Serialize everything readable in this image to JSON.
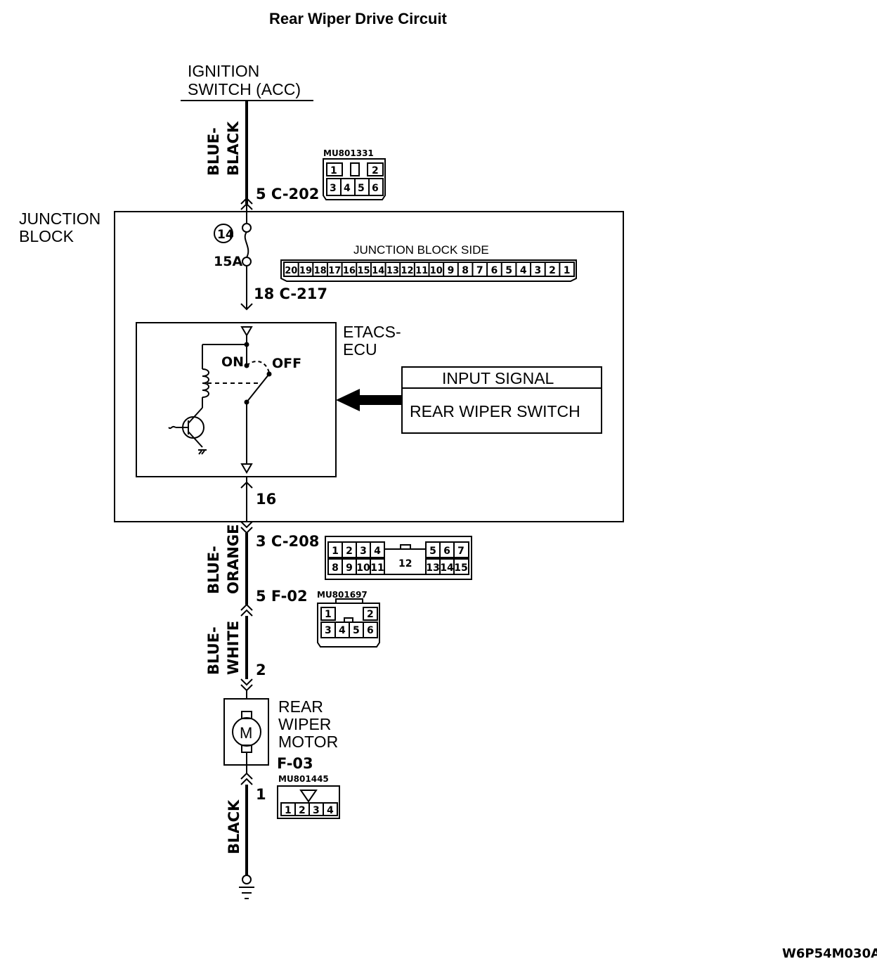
{
  "title": "Rear Wiper Drive Circuit",
  "ignition_switch": {
    "line1": "IGNITION",
    "line2": "SWITCH (ACC)"
  },
  "wires": {
    "w1_line1": "BLUE-",
    "w1_line2": "BLACK",
    "w2_line1": "BLUE-",
    "w2_line2": "ORANGE",
    "w3_line1": "BLUE-",
    "w3_line2": "WHITE",
    "w4": "BLACK"
  },
  "connectors": {
    "c202": {
      "pin_label": "5  C-202",
      "part": "MU801331",
      "top": [
        "1",
        "2"
      ],
      "bottom": [
        "3",
        "4",
        "5",
        "6"
      ]
    },
    "c217": {
      "pin_label": "18  C-217",
      "side_label": "JUNCTION BLOCK SIDE",
      "pins": [
        "20",
        "19",
        "18",
        "17",
        "16",
        "15",
        "14",
        "13",
        "12",
        "11",
        "10",
        "9",
        "8",
        "7",
        "6",
        "5",
        "4",
        "3",
        "2",
        "1"
      ]
    },
    "c208": {
      "pin_label": "3  C-208",
      "top": [
        "1",
        "2",
        "3",
        "4",
        "5",
        "6",
        "7"
      ],
      "center": "12",
      "bottom": [
        "8",
        "9",
        "10",
        "11",
        "13",
        "14",
        "15"
      ]
    },
    "f02": {
      "pin_label": "5  F-02",
      "part": "MU801697",
      "top": [
        "1",
        "2"
      ],
      "bottom": [
        "3",
        "4",
        "5",
        "6"
      ]
    },
    "f03": {
      "pin_label": "F-03",
      "part": "MU801445",
      "pin1": "1",
      "pins": [
        "1",
        "2",
        "3",
        "4"
      ]
    }
  },
  "junction_block": {
    "label1": "JUNCTION",
    "label2": "BLOCK",
    "fuse_number": "14",
    "fuse_rating": "15A",
    "pin16": "16"
  },
  "etacs": {
    "label1": "ETACS-",
    "label2": "ECU",
    "on": "ON",
    "off": "OFF"
  },
  "input_signal": {
    "header": "INPUT SIGNAL",
    "body": "REAR WIPER SWITCH"
  },
  "motor": {
    "line1": "REAR",
    "line2": "WIPER",
    "line3": "MOTOR",
    "symbol": "M",
    "pin2": "2"
  },
  "figure_code": "W6P54M030A"
}
